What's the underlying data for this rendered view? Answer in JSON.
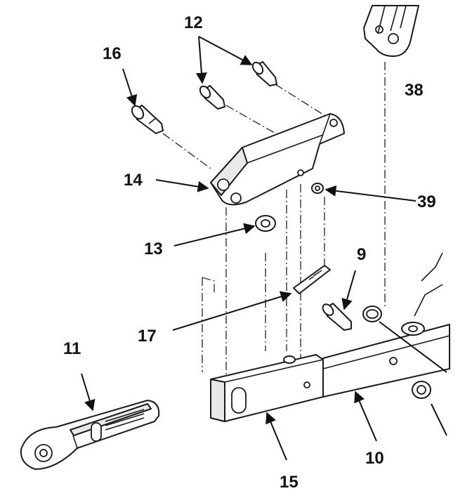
{
  "callouts": {
    "c9": "9",
    "c10": "10",
    "c11": "11",
    "c12": "12",
    "c13": "13",
    "c14": "14",
    "c15": "15",
    "c16": "16",
    "c17": "17",
    "c38": "38",
    "c39": "39"
  },
  "colors": {
    "line": "#1a1a1a",
    "background": "#ffffff"
  }
}
